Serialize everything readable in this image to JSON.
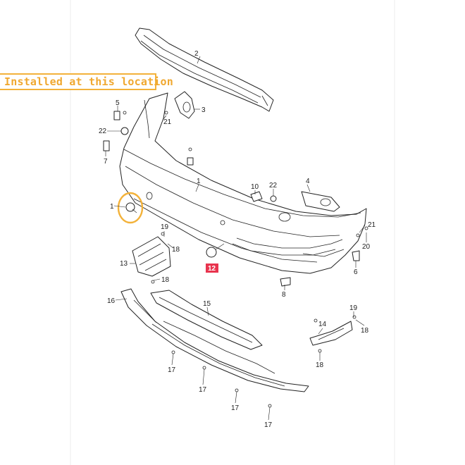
{
  "callout": {
    "text": "Installed at this location",
    "color": "#f0a830"
  },
  "highlight": {
    "ring_color": "#f3b23a",
    "tag_color": "#e8344e"
  },
  "labels": {
    "p1a": "1",
    "p1b": "1",
    "p2": "2",
    "p3": "3",
    "p4": "4",
    "p5": "5",
    "p6": "6",
    "p7": "7",
    "p8": "8",
    "p10": "10",
    "p12": "12",
    "p13": "13",
    "p14": "14",
    "p15": "15",
    "p16": "16",
    "p17a": "17",
    "p17b": "17",
    "p17c": "17",
    "p17d": "17",
    "p18a": "18",
    "p18b": "18",
    "p18c": "18",
    "p18d": "18",
    "p19a": "19",
    "p19b": "19",
    "p20": "20",
    "p21a": "21",
    "p21b": "21",
    "p22a": "22",
    "p22b": "22"
  }
}
